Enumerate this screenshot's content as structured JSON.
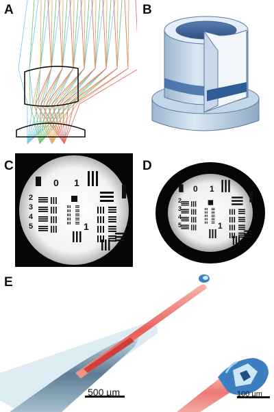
{
  "panels": {
    "a": {
      "label": "A"
    },
    "b": {
      "label": "B"
    },
    "c": {
      "label": "C",
      "group_numbers": [
        "0",
        "1",
        "2",
        "3",
        "4",
        "5",
        "1"
      ]
    },
    "d": {
      "label": "D",
      "group_numbers": [
        "0",
        "1",
        "2",
        "3",
        "4",
        "5",
        "1"
      ]
    },
    "e": {
      "label": "E"
    }
  },
  "scalebars": {
    "main": {
      "text": "500 µm"
    },
    "inset": {
      "text": "100 µm"
    }
  },
  "colors": {
    "ray_blue": "#6ec6e8",
    "ray_green": "#6cc06a",
    "ray_red": "#e0605a",
    "ray_orange": "#e8a050",
    "fiber_red": "#e8605a",
    "lens_blue": "#3b7fc0"
  }
}
